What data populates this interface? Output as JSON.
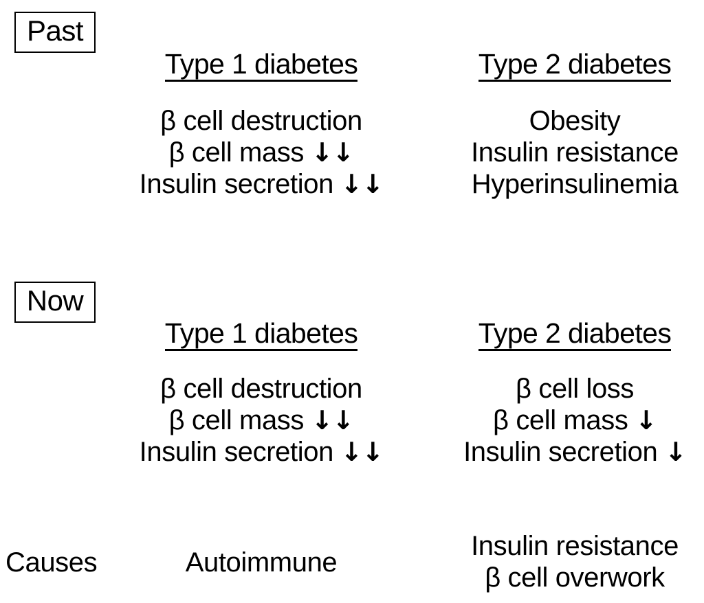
{
  "meta": {
    "figure_title": "Past vs Now comparison of Type 1 and Type 2 diabetes",
    "text_color": "#000000",
    "background_color": "#ffffff",
    "arrow_glyph_single": "↓",
    "arrow_glyph_double": "↓↓"
  },
  "eras": {
    "past": {
      "label": "Past"
    },
    "now": {
      "label": "Now"
    }
  },
  "past": {
    "type1": {
      "heading": "Type 1 diabetes",
      "lines": [
        {
          "text": "β cell destruction",
          "arrows": ""
        },
        {
          "text": "β cell mass ",
          "arrows": "↓↓"
        },
        {
          "text": "Insulin secretion ",
          "arrows": "↓↓"
        }
      ]
    },
    "type2": {
      "heading": "Type 2 diabetes",
      "lines": [
        {
          "text": "Obesity",
          "arrows": ""
        },
        {
          "text": "Insulin resistance",
          "arrows": ""
        },
        {
          "text": "Hyperinsulinemia",
          "arrows": ""
        }
      ]
    }
  },
  "now": {
    "type1": {
      "heading": "Type 1 diabetes",
      "lines": [
        {
          "text": "β cell destruction",
          "arrows": ""
        },
        {
          "text": "β cell mass ",
          "arrows": "↓↓"
        },
        {
          "text": "Insulin secretion ",
          "arrows": "↓↓"
        }
      ]
    },
    "type2": {
      "heading": "Type 2 diabetes",
      "lines": [
        {
          "text": "β cell loss",
          "arrows": ""
        },
        {
          "text": "β cell mass ",
          "arrows": "↓"
        },
        {
          "text": "Insulin secretion ",
          "arrows": "↓"
        }
      ]
    }
  },
  "causes": {
    "label": "Causes",
    "type1": {
      "lines": [
        "Autoimmune"
      ]
    },
    "type2": {
      "lines": [
        "Insulin resistance",
        "β cell overwork"
      ]
    }
  }
}
